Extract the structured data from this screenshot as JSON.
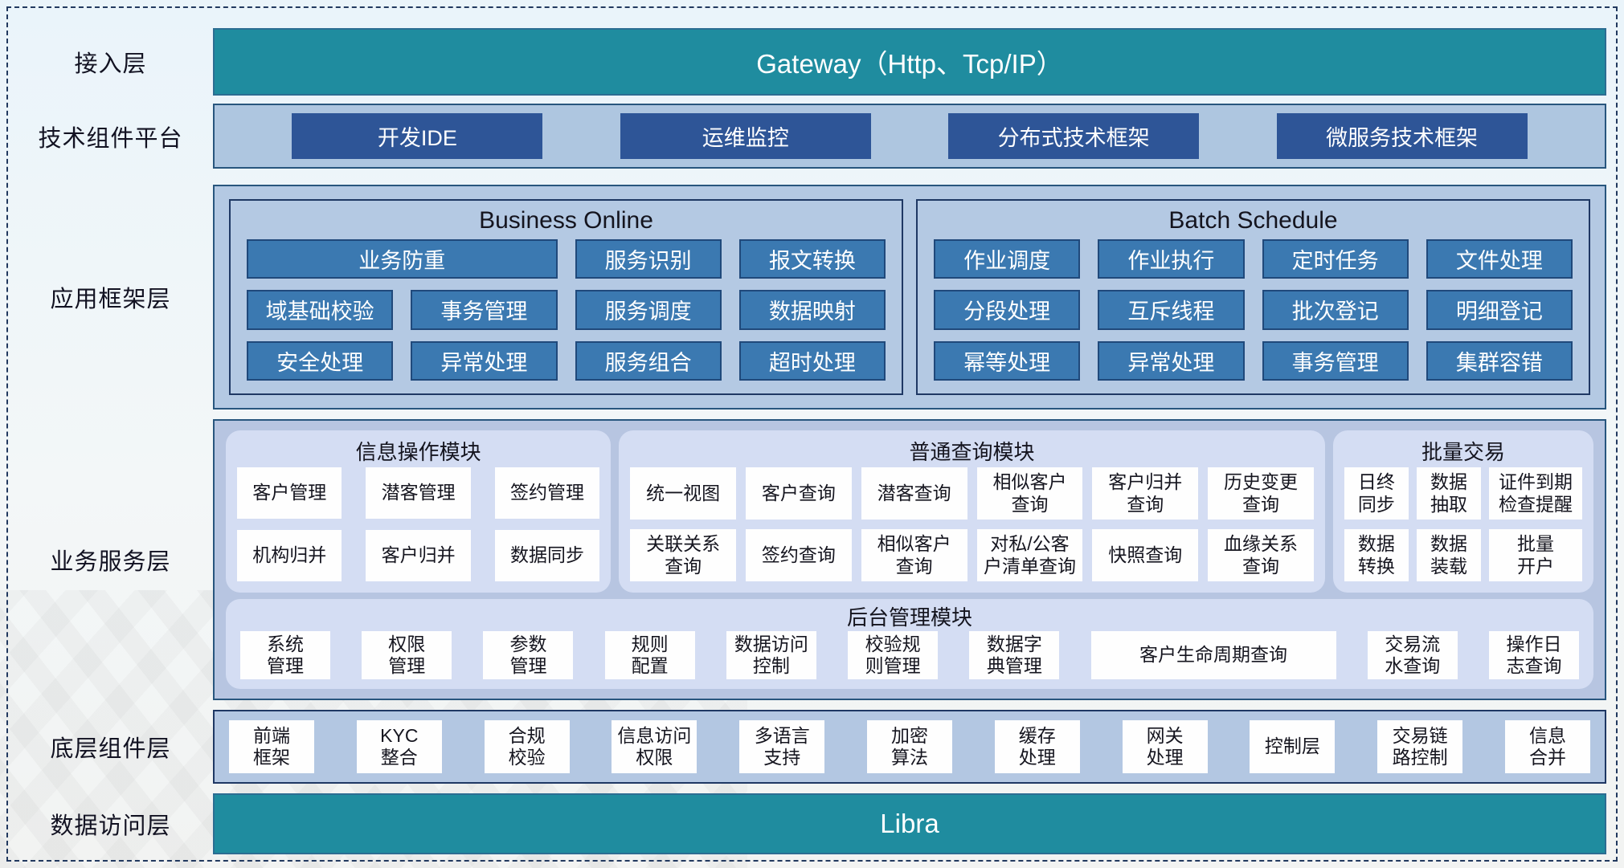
{
  "colors": {
    "teal_bar": "#1f8c9f",
    "dark_blue_button": "#2e5597",
    "steel_blue_button": "#3b79b1",
    "panel_blue": "#b4c9e3",
    "module_lavender": "#d4ddf3",
    "navy_border": "#1f3864"
  },
  "layers": {
    "access": {
      "label": "接入层",
      "content": "Gateway（Http、Tcp/IP）"
    },
    "tech": {
      "label": "技术组件平台",
      "items": [
        "开发IDE",
        "运维监控",
        "分布式技术框架",
        "微服务技术框架"
      ]
    },
    "app_framework": {
      "label": "应用框架层",
      "panels": [
        {
          "title": "Business Online",
          "items": [
            {
              "label": "业务防重",
              "span": 2
            },
            "服务识别",
            "报文转换",
            "域基础校验",
            "事务管理",
            "服务调度",
            "数据映射",
            "安全处理",
            "异常处理",
            "服务组合",
            "超时处理"
          ]
        },
        {
          "title": "Batch Schedule",
          "items": [
            "作业调度",
            "作业执行",
            "定时任务",
            "文件处理",
            "分段处理",
            "互斥线程",
            "批次登记",
            "明细登记",
            "幂等处理",
            "异常处理",
            "事务管理",
            "集群容错"
          ]
        }
      ]
    },
    "business_service": {
      "label": "业务服务层",
      "info_module": {
        "title": "信息操作模块",
        "items": [
          "客户管理",
          "潜客管理",
          "签约管理",
          "机构归并",
          "客户归并",
          "数据同步"
        ]
      },
      "query_module": {
        "title": "普通查询模块",
        "items": [
          "统一视图",
          "客户查询",
          "潜客查询",
          "相似客户\n查询",
          "客户归并\n查询",
          "历史变更\n查询",
          "关联关系\n查询",
          "签约查询",
          "相似客户\n查询",
          "对私/公客\n户清单查询",
          "快照查询",
          "血缘关系\n查询"
        ]
      },
      "batch_module": {
        "title": "批量交易",
        "items": [
          "日终\n同步",
          "数据\n抽取",
          "证件到期\n检查提醒",
          "数据\n转换",
          "数据\n装载",
          "批量\n开户"
        ]
      },
      "admin_module": {
        "title": "后台管理模块",
        "items": [
          "系统\n管理",
          "权限\n管理",
          "参数\n管理",
          "规则\n配置",
          "数据访问\n控制",
          "校验规\n则管理",
          "数据字\n典管理",
          {
            "label": "客户生命周期查询",
            "wide": true
          },
          "交易流\n水查询",
          "操作日\n志查询"
        ]
      }
    },
    "base_components": {
      "label": "底层组件层",
      "items": [
        "前端\n框架",
        "KYC\n整合",
        "合规\n校验",
        "信息访问\n权限",
        "多语言\n支持",
        "加密\n算法",
        "缓存\n处理",
        "网关\n处理",
        "控制层",
        "交易链\n路控制",
        "信息\n合并"
      ]
    },
    "data_access": {
      "label": "数据访问层",
      "content": "Libra"
    }
  }
}
